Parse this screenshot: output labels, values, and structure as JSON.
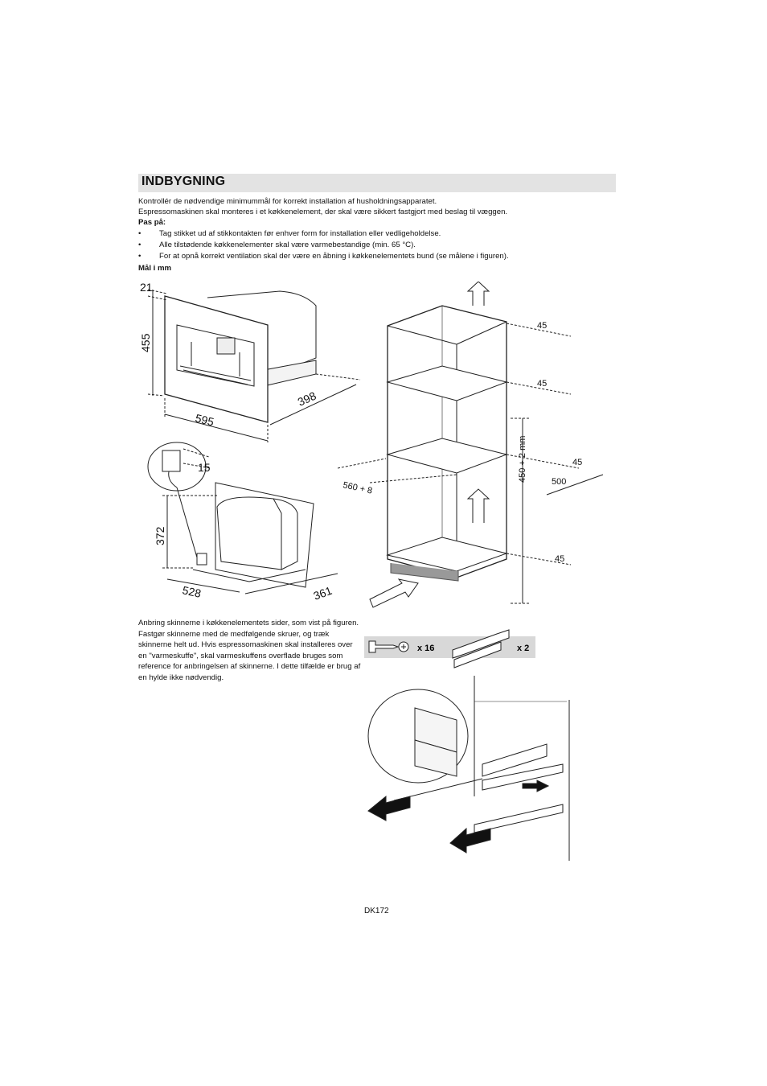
{
  "heading": "INDBYGNING",
  "intro": [
    "Kontrollér de nødvendige minimummål for korrekt installation af husholdningsapparatet.",
    "Espressomaskinen skal monteres i et køkkenelement, der skal være sikkert fastgjort med beslag til væggen."
  ],
  "caution_label": "Pas på:",
  "bullets": [
    "Tag stikket ud af stikkontakten før enhver form for installation eller vedligeholdelse.",
    "Alle tilstødende køkkenelementer skal være varmebestandige (min. 65 °C).",
    "For at opnå korrekt ventilation skal der være en åbning i køkkenelementets bund (se målene i figuren)."
  ],
  "bullet_symbol": "•",
  "units_label": "Mål i mm",
  "figure_machine": {
    "d21": "21",
    "d455": "455",
    "d595": "595",
    "d398": "398"
  },
  "figure_socket": {
    "d15": "15",
    "d372": "372",
    "d528": "528",
    "d361": "361"
  },
  "figure_cabinet": {
    "d45a": "45",
    "d45b": "45",
    "d45c": "45",
    "d45d": "45",
    "d500": "500",
    "d560": "560 + 8",
    "d450": "450 + 2 mm"
  },
  "rails_text": "Anbring skinnerne i køkkenelementets sider, som vist på figuren. Fastgør skinnerne med de medfølgende skruer, og træk skinnerne helt ud. Hvis espressomaskinen skal installeres over en \"varmeskuffe\", skal varmeskuffens overflade bruges som reference for anbringelsen af skinnerne. I dette tilfælde er brug af en hylde ikke nødvendig.",
  "parts": {
    "screws_qty": "x 16",
    "rails_qty": "x 2"
  },
  "page_number": "DK172"
}
